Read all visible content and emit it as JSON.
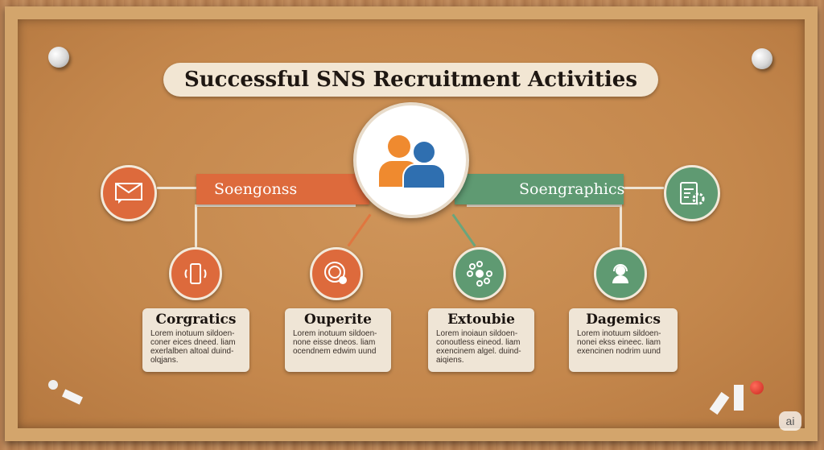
{
  "title": "Successful SNS Recruitment Activities",
  "left_bar": {
    "label": "Soengonss",
    "color": "#dd6a3c"
  },
  "right_bar": {
    "label": "Soengraphics",
    "color": "#5f9a72"
  },
  "cards": [
    {
      "title": "Corgratics",
      "text": "Lorem inotuum sildoen-coner eices dneed. liam exerlalben altoal duind-olqjans."
    },
    {
      "title": "Ouperite",
      "text": "Lorem inotuum sildoen-none eisse dneos. liam ocendnem edwim uund"
    },
    {
      "title": "Extoubie",
      "text": "Lorem inoiaun sildoen-conoutless eineod. liam exencinem algel. duind-aiqiens."
    },
    {
      "title": "Dagemics",
      "text": "Lorem inotuum sildoen-nonei ekss eineec. liam exencinen nodrim uund"
    }
  ],
  "badge": "ai"
}
